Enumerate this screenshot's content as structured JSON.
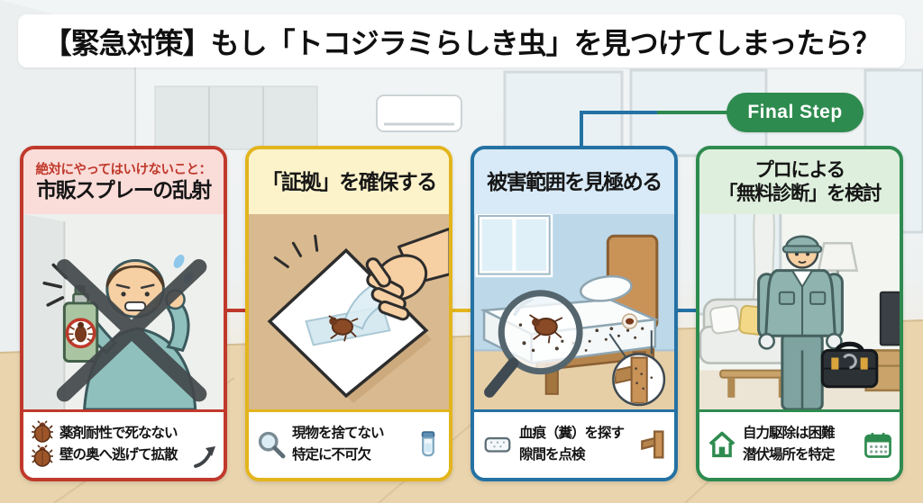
{
  "title": "【緊急対策】もし「トコジラミらしき虫」を見つけてしまったら？",
  "final_step_badge": "Final Step",
  "cards": [
    {
      "id": "no-spray",
      "accent": "#c0392b",
      "header_bg": "#fadcd9",
      "subtitle": "絶対にやってはいけないこと：",
      "subtitle_color": "#c0392b",
      "title": "市販スプレーの乱射",
      "illustration": "worried-man-with-spray-can-crossed-out",
      "note_icons_left": [
        "bug-icon",
        "bug-icon"
      ],
      "note_icon_right": "arrow-up-right-icon",
      "notes": [
        "薬剤耐性で死なない",
        "壁の奥へ逃げて拡散"
      ]
    },
    {
      "id": "secure-evidence",
      "accent": "#e3b51d",
      "header_bg": "#fdf3cb",
      "title": "「証拠」を確保する",
      "illustration": "hand-taping-bug-on-paper",
      "note_icon_left": "magnifier-icon",
      "note_icon_right": "vial-icon",
      "notes": [
        "現物を捨てない",
        "特定に不可欠"
      ]
    },
    {
      "id": "assess-damage",
      "accent": "#2471a3",
      "header_bg": "#d8eaf7",
      "title": "被害範囲を見極める",
      "illustration": "magnifier-over-mattress-and-bed-frame",
      "note_icon_left": "mattress-icon",
      "note_icon_right": "wood-beam-icon",
      "notes": [
        "血痕（糞）を探す",
        "隙間を点検"
      ]
    },
    {
      "id": "pro-diagnosis",
      "accent": "#2e8b4f",
      "header_bg": "#def0dd",
      "title_line1": "プロによる",
      "title_line2": "「無料診断」を検討",
      "illustration": "pest-control-professional-with-toolbox",
      "note_icon_left": "house-icon",
      "note_icon_right": "calendar-icon",
      "notes": [
        "自力駆除は困難",
        "潜伏場所を特定"
      ]
    }
  ]
}
